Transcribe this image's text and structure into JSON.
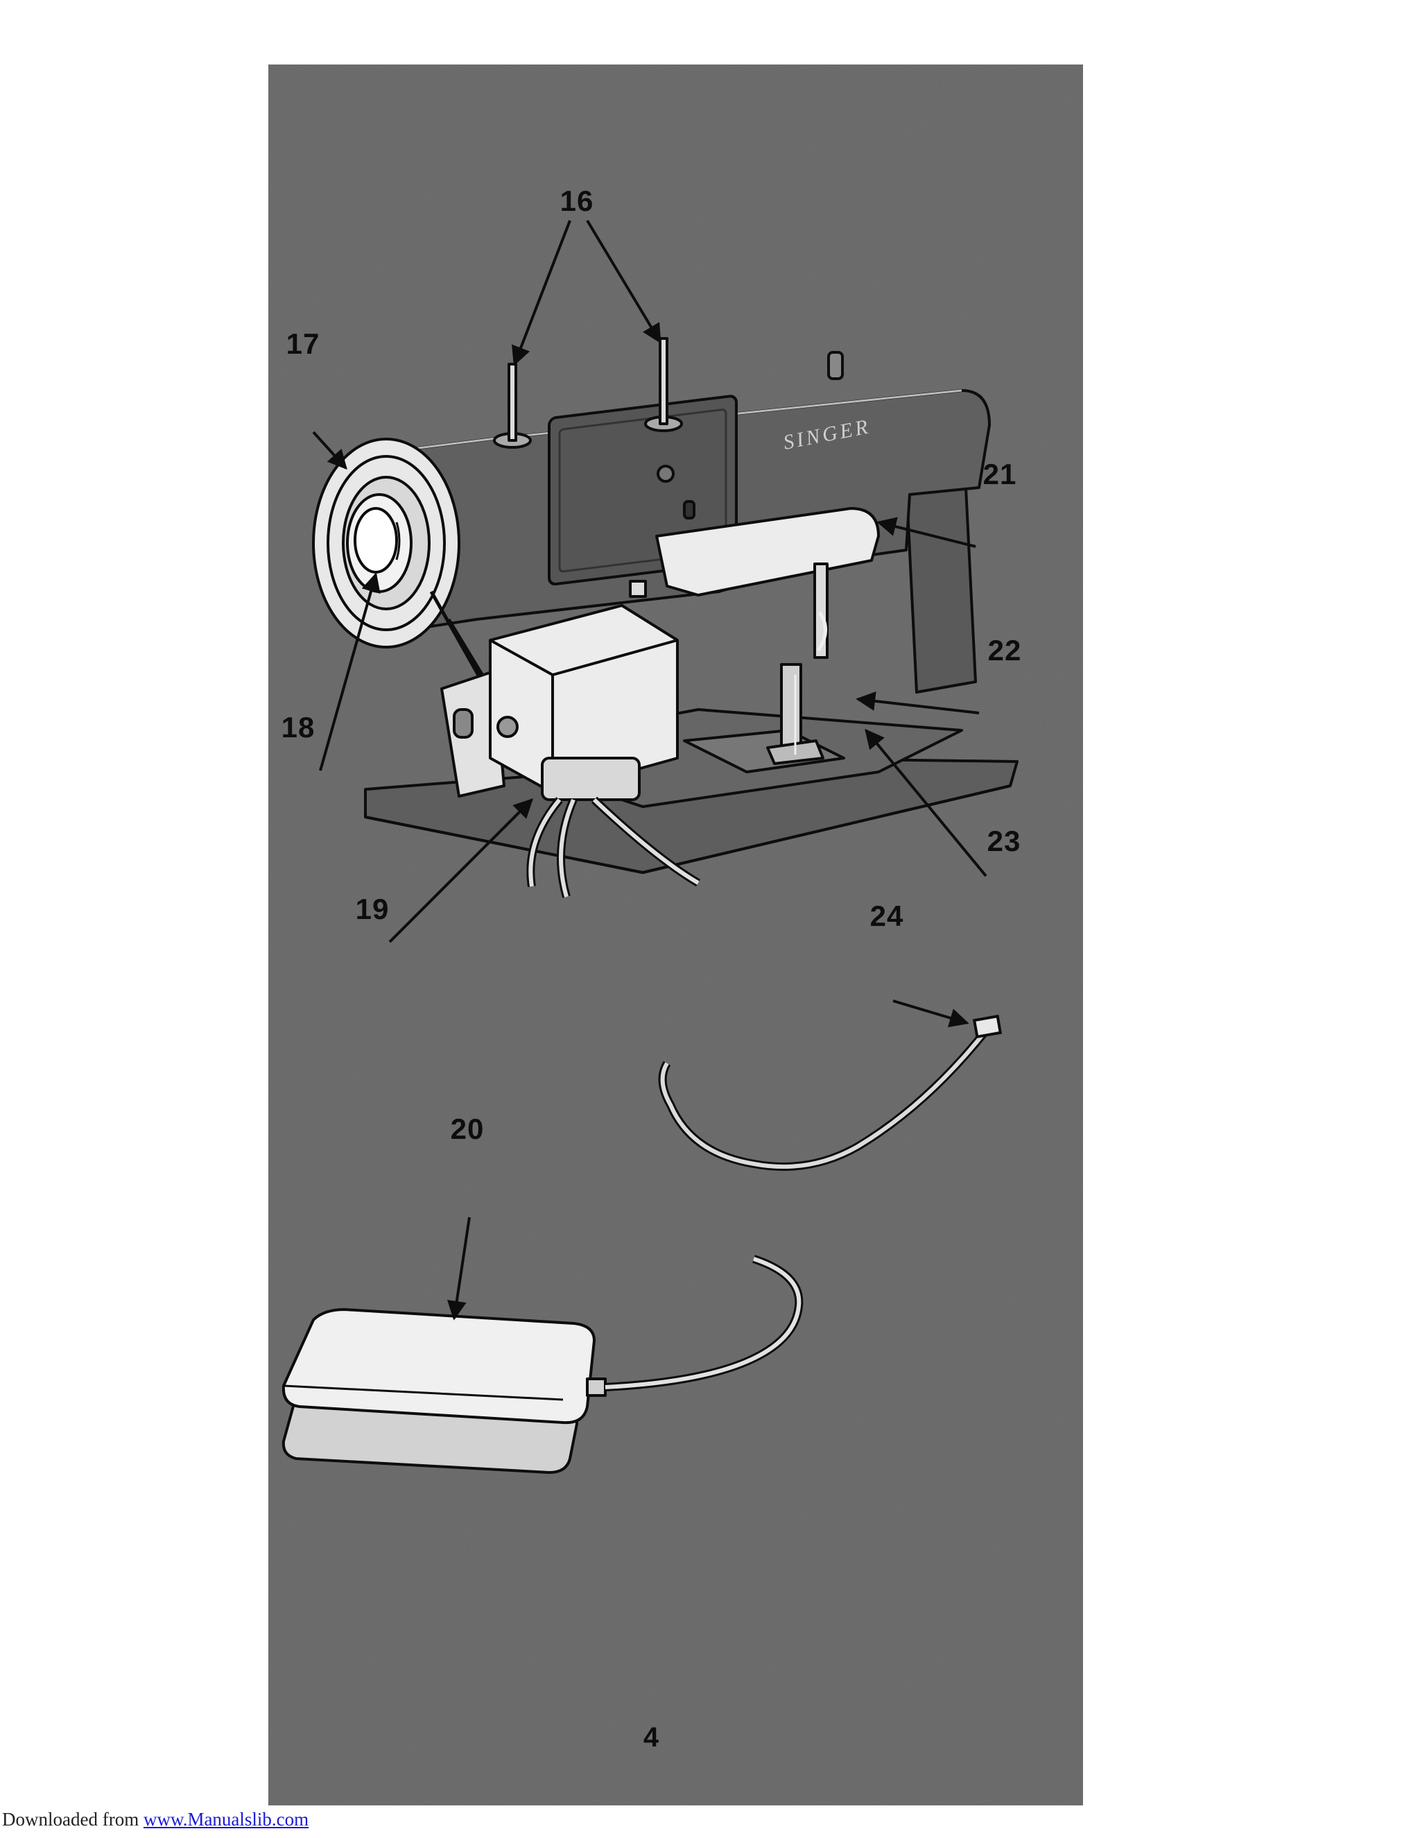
{
  "callouts": {
    "c16": "16",
    "c17": "17",
    "c18": "18",
    "c19": "19",
    "c20": "20",
    "c21": "21",
    "c22": "22",
    "c23": "23",
    "c24": "24"
  },
  "machine": {
    "brand": "SINGER"
  },
  "page_number": "4",
  "footer": {
    "prefix": "Downloaded from ",
    "link_text": "www.Manualslib.com"
  },
  "colors": {
    "background_gray": "#6e6e6e",
    "line_art": "#0d0d0d",
    "highlight": "#e6e6e6",
    "link": "#1a1ad8"
  }
}
